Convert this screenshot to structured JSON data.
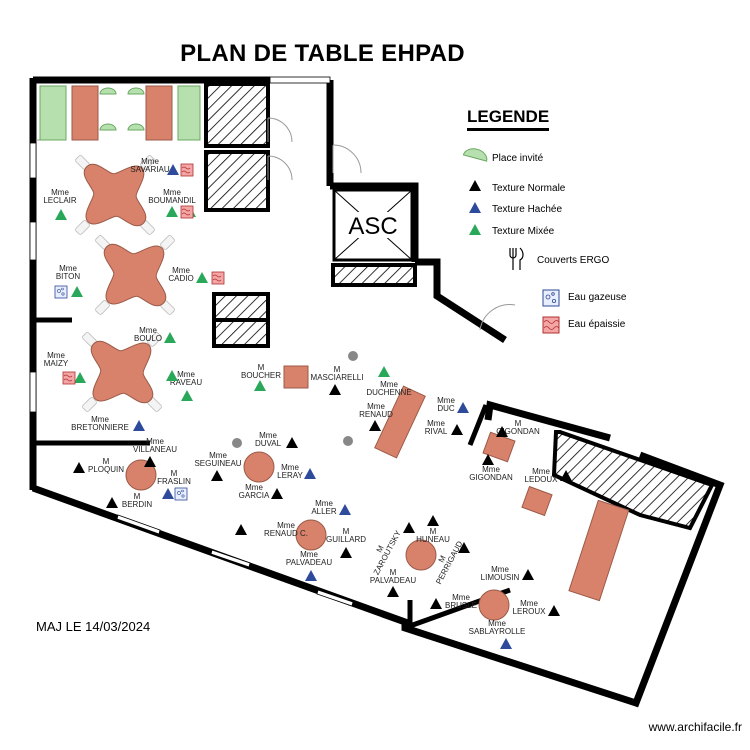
{
  "title": "PLAN DE TABLE EHPAD",
  "legend": {
    "title": "LEGENDE",
    "guest_place": "Place invité",
    "texture_normal": "Texture Normale",
    "texture_hachee": "Texture Hachée",
    "texture_mixee": "Texture Mixée",
    "couverts_ergo": "Couverts ERGO",
    "eau_gazeuse": "Eau gazeuse",
    "eau_epaissie": "Eau épaissie"
  },
  "elevator_label": "ASC",
  "update_note": "MAJ LE 14/03/2024",
  "credit": "www.archifacile.fr",
  "colors": {
    "wall": "#000000",
    "table": "#d9826b",
    "table_stroke": "#9a5a48",
    "guest_green": "#b6e0ad",
    "normal": "#000000",
    "hachee": "#2e4a9a",
    "mixee": "#2aa85a",
    "gazeuse": "#8aa6e6",
    "epaissie": "#e05a5a"
  },
  "residents": [
    {
      "title": "Mme",
      "name": "SAVARIAU"
    },
    {
      "title": "Mme",
      "name": "LECLAIR"
    },
    {
      "title": "Mme",
      "name": "BOUMANDIL"
    },
    {
      "title": "Mme",
      "name": "BITON"
    },
    {
      "title": "Mme",
      "name": "CADIO"
    },
    {
      "title": "Mme",
      "name": "BOULO"
    },
    {
      "title": "Mme",
      "name": "MAIZY"
    },
    {
      "title": "Mme",
      "name": "RAVEAU"
    },
    {
      "title": "Mme",
      "name": "BRETONNIERE"
    },
    {
      "title": "Mme",
      "name": "VILLANEAU"
    },
    {
      "title": "M",
      "name": "PLOQUIN"
    },
    {
      "title": "M",
      "name": "FRASLIN"
    },
    {
      "title": "M",
      "name": "BERDIN"
    },
    {
      "title": "Mme",
      "name": "DUVAL"
    },
    {
      "title": "Mme",
      "name": "SEGUINEAU"
    },
    {
      "title": "Mme",
      "name": "LERAY"
    },
    {
      "title": "Mme",
      "name": "GARCIA"
    },
    {
      "title": "M",
      "name": "BOUCHER"
    },
    {
      "title": "M",
      "name": "MASCIARELLI"
    },
    {
      "title": "Mme",
      "name": "DUCHENNE"
    },
    {
      "title": "Mme",
      "name": "RENAUD"
    },
    {
      "title": "Mme",
      "name": "DUC"
    },
    {
      "title": "Mme",
      "name": "RIVAL"
    },
    {
      "title": "M",
      "name": "GIGONDAN"
    },
    {
      "title": "Mme",
      "name": "GIGONDAN"
    },
    {
      "title": "Mme",
      "name": "LEDOUX"
    },
    {
      "title": "Mme",
      "name": "ALLER"
    },
    {
      "title": "Mme",
      "name": "RENAUD C."
    },
    {
      "title": "M",
      "name": "GUILLARD"
    },
    {
      "title": "Mme",
      "name": "PALVADEAU"
    },
    {
      "title": "M",
      "name": "ZAROUTSKY"
    },
    {
      "title": "M",
      "name": "HUNEAU"
    },
    {
      "title": "M",
      "name": "PALVADEAU"
    },
    {
      "title": "M",
      "name": "PERRIGAUD"
    },
    {
      "title": "Mme",
      "name": "LIMOUSIN"
    },
    {
      "title": "Mme",
      "name": "BRUSLE"
    },
    {
      "title": "Mme",
      "name": "LEROUX"
    },
    {
      "title": "Mme",
      "name": "SABLAYROLLE"
    }
  ]
}
